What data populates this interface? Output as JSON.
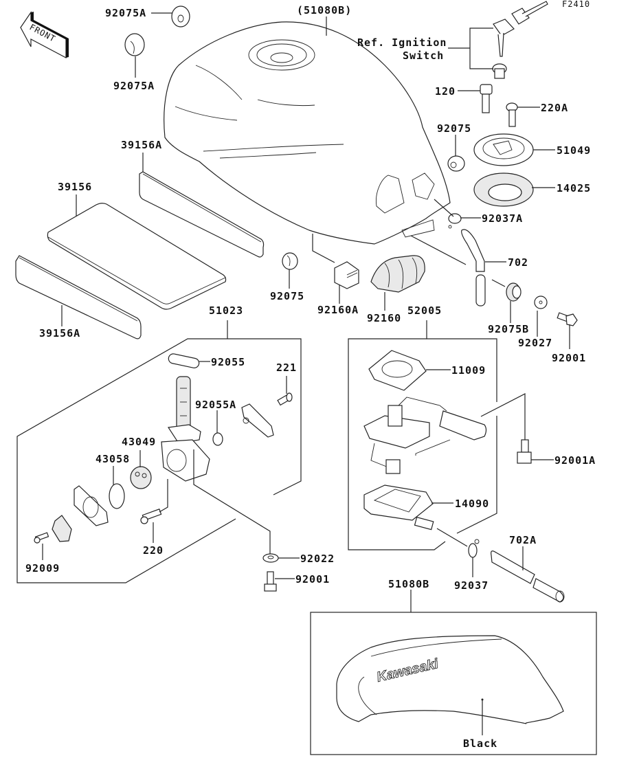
{
  "diagram": {
    "code": "F2410",
    "front_arrow": "FRONT",
    "ignition_ref": [
      "Ref. Ignition",
      "Switch"
    ],
    "tank_ref": "(51080B)",
    "color_note": "Black",
    "brand_logo": "Kawasaki",
    "labels": {
      "p92075A_top": "92075A",
      "p92075A_low": "92075A",
      "p120": "120",
      "p220A": "220A",
      "p92075_r": "92075",
      "p51049": "51049",
      "p14025": "14025",
      "p92037A": "92037A",
      "p702": "702",
      "p39156A_top": "39156A",
      "p39156": "39156",
      "p39156A_low": "39156A",
      "p92075_c": "92075",
      "p92160A": "92160A",
      "p92160": "92160",
      "p52005": "52005",
      "p92075B": "92075B",
      "p92027": "92027",
      "p92001_r": "92001",
      "p51023": "51023",
      "p92055": "92055",
      "p221": "221",
      "p92055A": "92055A",
      "p43049": "43049",
      "p43058": "43058",
      "p220": "220",
      "p92009": "92009",
      "p92022": "92022",
      "p92001_c": "92001",
      "p11009": "11009",
      "p92001A": "92001A",
      "p14090": "14090",
      "p702A": "702A",
      "p92037": "92037",
      "p51080B": "51080B"
    }
  }
}
